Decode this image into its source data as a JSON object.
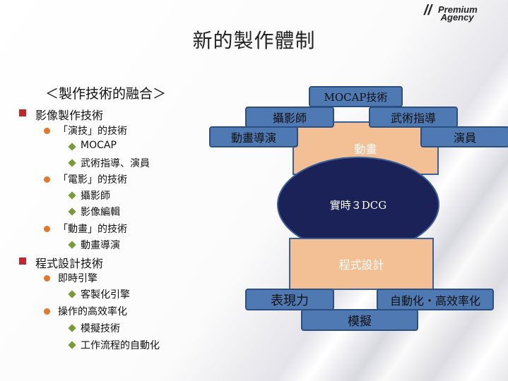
{
  "logo": {
    "text": "// Premium Agency"
  },
  "title": "新的製作體制",
  "outline": {
    "heading": "＜製作技術的融合＞",
    "items": [
      {
        "level": 1,
        "text": "影像製作技術"
      },
      {
        "level": 2,
        "text": "「演技」的技術"
      },
      {
        "level": 3,
        "text": "MOCAP"
      },
      {
        "level": 3,
        "text": "武術指導、演員"
      },
      {
        "level": 2,
        "text": "「電影」的技術"
      },
      {
        "level": 3,
        "text": "攝影師"
      },
      {
        "level": 3,
        "text": "影像編輯"
      },
      {
        "level": 2,
        "text": "「動畫」的技術"
      },
      {
        "level": 3,
        "text": "動畫導演"
      },
      {
        "level": 1,
        "text": "程式設計技術"
      },
      {
        "level": 2,
        "text": "即時引擎"
      },
      {
        "level": 3,
        "text": "客製化引擎"
      },
      {
        "level": 2,
        "text": "操作的高效率化"
      },
      {
        "level": 3,
        "text": "模擬技術"
      },
      {
        "level": 3,
        "text": "工作流程的自動化"
      }
    ]
  },
  "diagram": {
    "mocap": "MOCAP技術",
    "camera": "攝影師",
    "martial": "武術指導",
    "anim_director": "動畫導演",
    "actor": "演員",
    "animation": "動畫",
    "core": "實時３DCG",
    "programming": "程式設計",
    "expression": "表現力",
    "automation": "自動化・高效率化",
    "simulation": "模擬"
  }
}
